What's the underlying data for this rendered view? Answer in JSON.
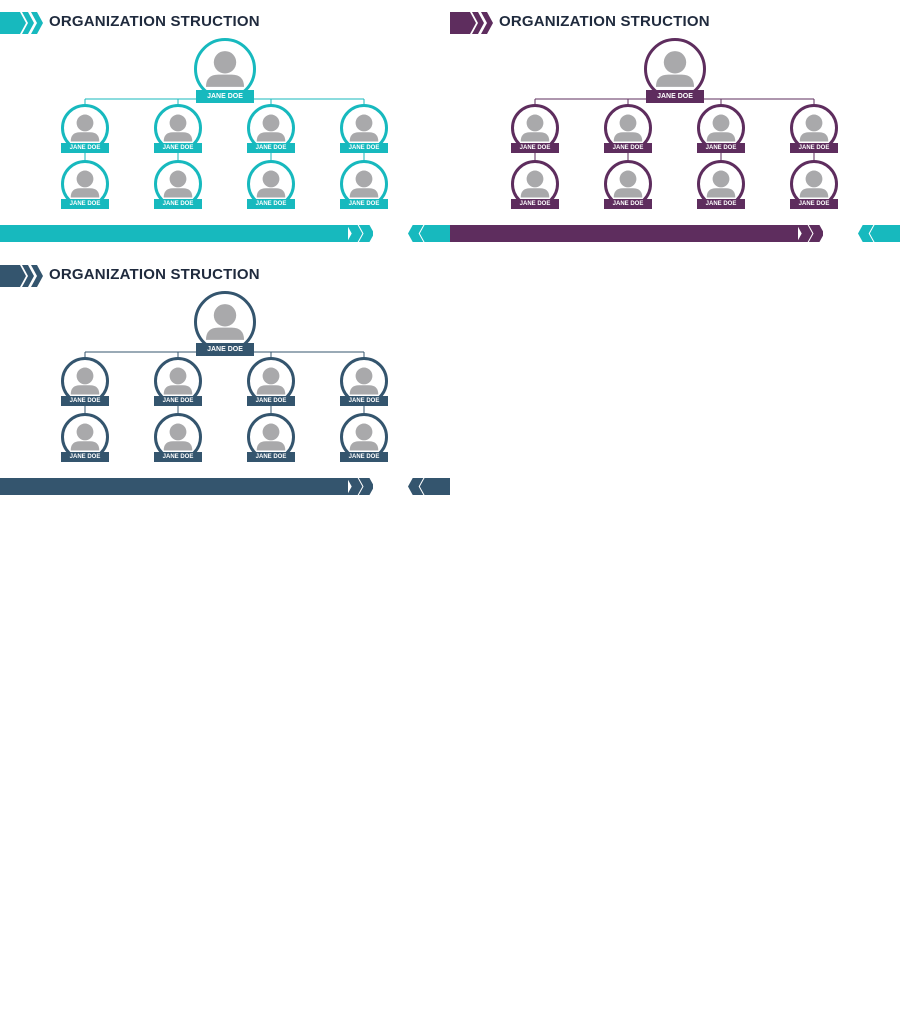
{
  "slides": [
    {
      "title": "ORGANIZATION STRUCTION",
      "color": "#17B9BE",
      "top_name": "JANE DOE",
      "rows": [
        [
          "JANE DOE",
          "JANE DOE",
          "JANE DOE",
          "JANE DOE"
        ],
        [
          "JANE DOE",
          "JANE DOE",
          "JANE DOE",
          "JANE DOE"
        ]
      ]
    },
    {
      "title": "ORGANIZATION STRUCTION",
      "color": "#5E2D5E",
      "top_name": "JANE DOE",
      "rows": [
        [
          "JANE DOE",
          "JANE DOE",
          "JANE DOE",
          "JANE DOE"
        ],
        [
          "JANE DOE",
          "JANE DOE",
          "JANE DOE",
          "JANE DOE"
        ]
      ]
    },
    {
      "title": "ORGANIZATION STRUCTION",
      "color": "#34556E",
      "top_name": "JANE DOE",
      "rows": [
        [
          "JANE DOE",
          "JANE DOE",
          "JANE DOE",
          "JANE DOE"
        ],
        [
          "JANE DOE",
          "JANE DOE",
          "JANE DOE",
          "JANE DOE"
        ]
      ]
    }
  ],
  "icons": {
    "avatar": "person-placeholder-icon",
    "chevron": "double-chevron-icon"
  }
}
